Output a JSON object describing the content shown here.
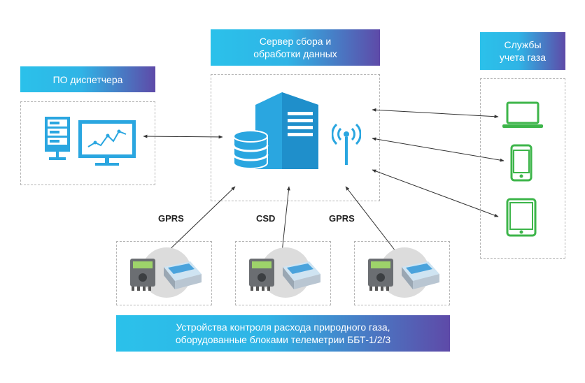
{
  "banners": {
    "server": [
      "Сервер сбора и",
      "обработки данных"
    ],
    "services": [
      "Службы",
      "учета газа"
    ],
    "dispatcher": "ПО диспетчера",
    "devices": [
      "Устройства контроля расхода природного газа,",
      "оборудованные блоками телеметрии ББТ-1/2/3"
    ]
  },
  "links": {
    "left": "GPRS",
    "middle": "CSD",
    "right": "GPRS"
  },
  "colors": {
    "server_blue": "#2aa6e0",
    "device_green": "#3db54a",
    "banner_start": "#2bc1ea",
    "banner_end": "#5e4aa8"
  }
}
